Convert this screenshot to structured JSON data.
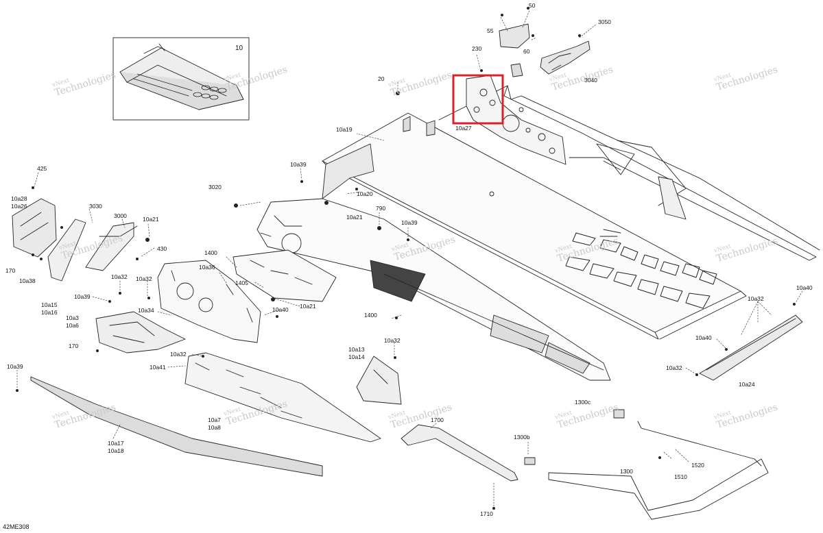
{
  "diagram": {
    "code": "42ME308",
    "watermark": {
      "line1": "vNext",
      "line2": "Technologies"
    },
    "inset_label": "10",
    "labels": {
      "n50": "50",
      "n55": "55",
      "n60": "60",
      "n3050": "3050",
      "n230": "230",
      "n3040": "3040",
      "n20": "20",
      "n10a27": "10a27",
      "n10a19": "10a19",
      "n10a39_top": "10a39",
      "n425": "425",
      "n10a28": "10a28",
      "n10a26": "10a26",
      "n3020": "3020",
      "n10a20": "10a20",
      "n790": "790",
      "n3030": "3030",
      "n3000": "3000",
      "n10a21_top": "10a21",
      "n430": "430",
      "n10a39_mid": "10a39",
      "n170_left": "170",
      "n10a38": "10a38",
      "n1400_top": "1400",
      "n10a36": "10a36",
      "n1405": "1405",
      "n10a21_bottom": "10a21",
      "n10a32_a": "10a32",
      "n10a32_b": "10a32",
      "n10a39_left": "10a39",
      "n10a34": "10a34",
      "n10a40_mid": "10a40",
      "n10a15": "10a15",
      "n10a16": "10a16",
      "n10a3": "10a3",
      "n10a6": "10a6",
      "n1400_mid": "1400",
      "n170_mid": "170",
      "n10a32_c": "10a32",
      "n10a41": "10a41",
      "n10a32_d": "10a32",
      "n10a13": "10a13",
      "n10a14": "10a14",
      "n10a32_e": "10a32",
      "n10a40_right": "10a40",
      "n10a32_right": "10a32",
      "n10a40_right2": "10a40",
      "n10a24": "10a24",
      "n10a39_far": "10a39",
      "n10a7": "10a7",
      "n10a8": "10a8",
      "n1300c": "1300c",
      "n1700": "1700",
      "n1300b": "1300b",
      "n10a17": "10a17",
      "n10a18": "10a18",
      "n1520": "1520",
      "n1300": "1300",
      "n1510": "1510",
      "n1710": "1710"
    },
    "highlight_color": "#d9212b",
    "line_color": "#222222"
  }
}
